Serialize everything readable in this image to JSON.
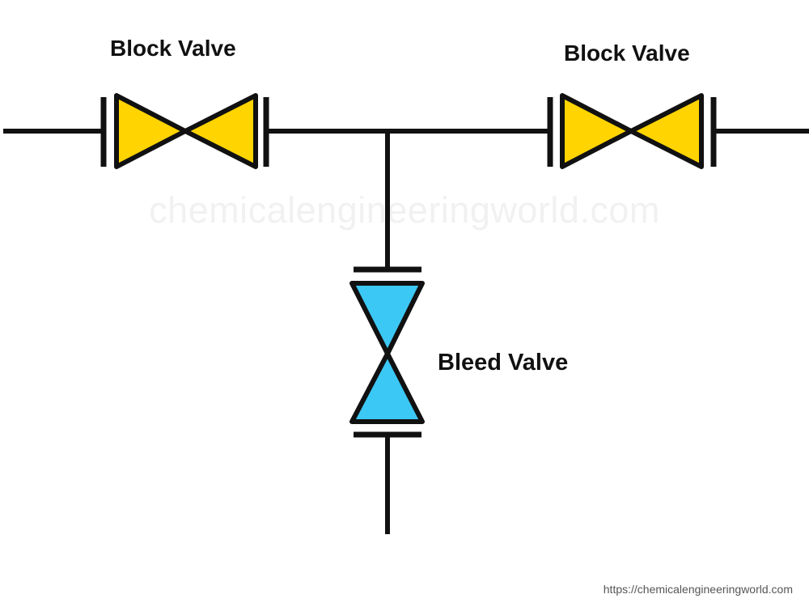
{
  "labels": {
    "block_valve_left": "Block Valve",
    "block_valve_right": "Block Valve",
    "bleed_valve": "Bleed Valve"
  },
  "watermark": "chemicalengineeringworld.com",
  "source_url": "https://chemicalengineeringworld.com",
  "colors": {
    "block_valve_fill": "#FFD400",
    "bleed_valve_fill": "#3CC8F4",
    "line": "#111111"
  }
}
